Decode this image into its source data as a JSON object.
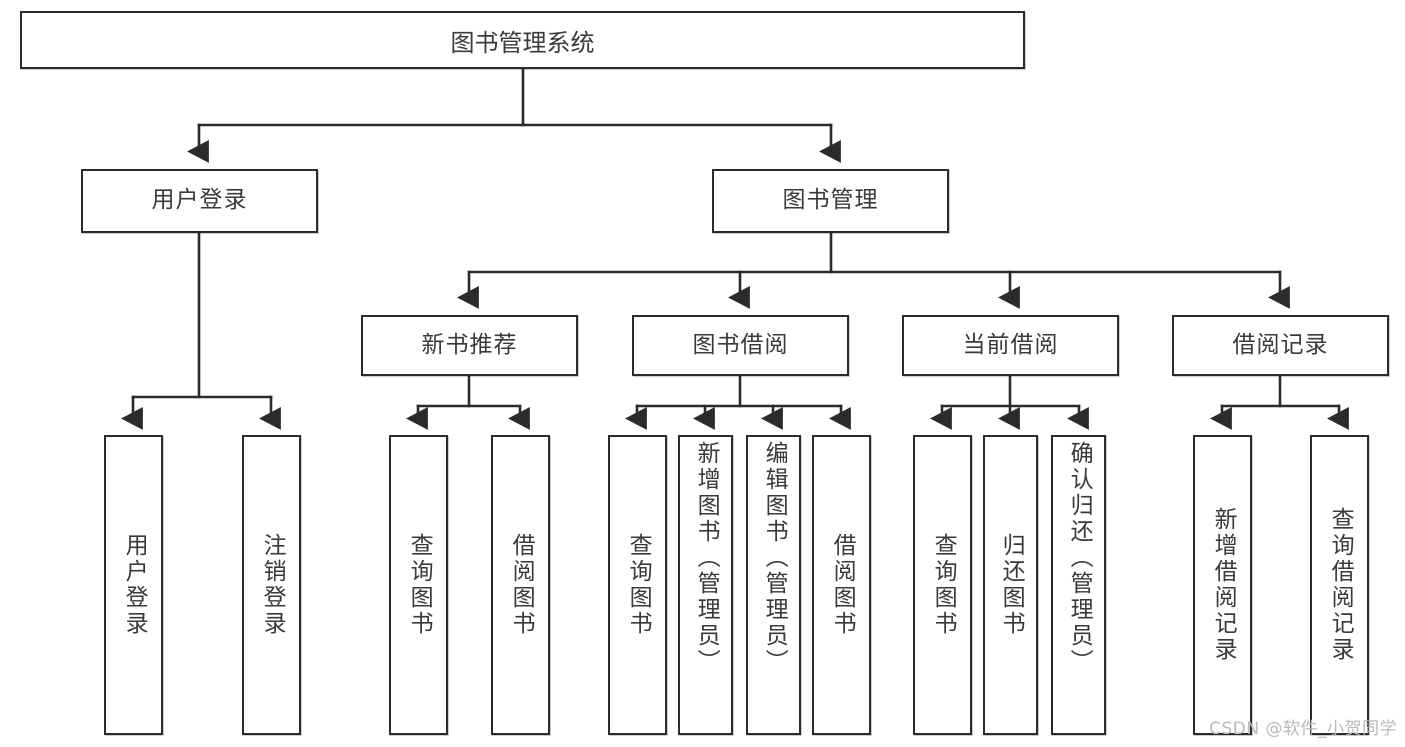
{
  "diagram": {
    "title": "图书管理系统",
    "watermark": "CSDN @软件_小贺同学",
    "colors": {
      "stroke": "#2b2b2b",
      "text": "#3a3a3a",
      "background": "#ffffff",
      "watermark": "#b9b9b9"
    },
    "root": {
      "label": "图书管理系统"
    },
    "level2": [
      {
        "label": "用户登录"
      },
      {
        "label": "图书管理"
      }
    ],
    "level3": [
      {
        "label": "新书推荐"
      },
      {
        "label": "图书借阅"
      },
      {
        "label": "当前借阅"
      },
      {
        "label": "借阅记录"
      }
    ],
    "leaves": {
      "user_login": [
        {
          "label": "用户登录"
        },
        {
          "label": "注销登录"
        }
      ],
      "new_book": [
        {
          "label": "查询图书"
        },
        {
          "label": "借阅图书"
        }
      ],
      "book_borrow": [
        {
          "label": "查询图书"
        },
        {
          "label": "新增图书（管理员）"
        },
        {
          "label": "编辑图书（管理员）"
        },
        {
          "label": "借阅图书"
        }
      ],
      "current_borrow": [
        {
          "label": "查询图书"
        },
        {
          "label": "归还图书"
        },
        {
          "label": "确认归还（管理员）"
        }
      ],
      "borrow_record": [
        {
          "label": "新增借阅记录"
        },
        {
          "label": "查询借阅记录"
        }
      ]
    }
  }
}
